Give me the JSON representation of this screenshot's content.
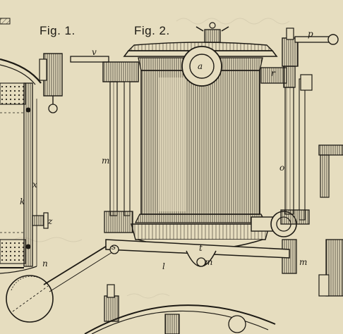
{
  "figure_labels": {
    "fig1": "Fig. 1.",
    "fig2": "Fig. 2."
  },
  "part_labels": {
    "a": "a",
    "p": "p",
    "v": "v",
    "r": "r",
    "m_left": "m",
    "o": "o",
    "x": "x",
    "k": "k",
    "z": "z",
    "n": "n",
    "s": "s",
    "t": "t",
    "l": "l",
    "m_arm": "m",
    "m_right": "m"
  },
  "colors": {
    "paper": "#e6ddbf",
    "ink": "#1d1a14",
    "hatch": "#3a342a"
  }
}
